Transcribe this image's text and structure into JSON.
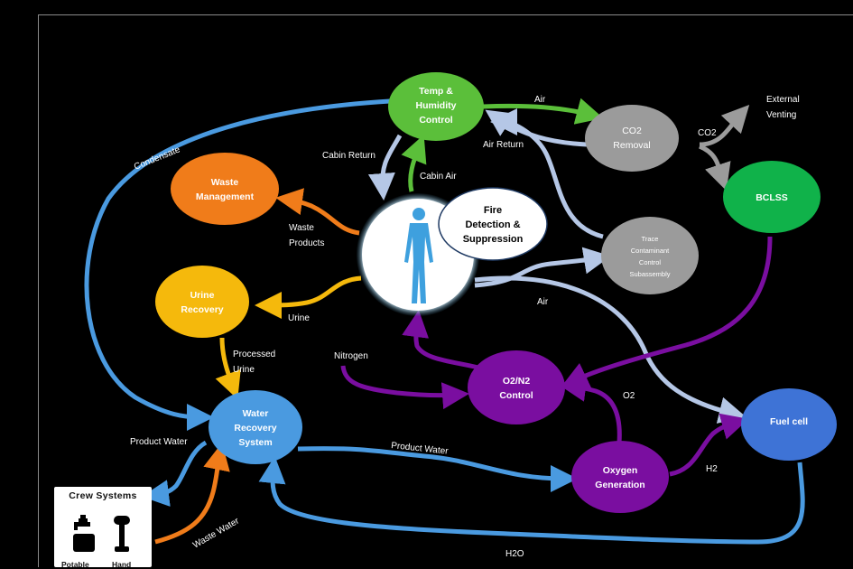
{
  "nodes": {
    "temp_humidity": [
      "Temp &",
      "Humidity",
      "Control"
    ],
    "co2_removal": [
      "CO2",
      "Removal"
    ],
    "bclss": [
      "BCLSS"
    ],
    "waste_management": [
      "Waste",
      "Management"
    ],
    "fire_detection": [
      "Fire",
      "Detection &",
      "Suppression"
    ],
    "trace_contaminant": [
      "Trace",
      "Contaminant",
      "Control",
      "Subassembly"
    ],
    "urine_recovery": [
      "Urine",
      "Recovery"
    ],
    "o2n2_control": [
      "O2/N2",
      "Control"
    ],
    "water_recovery": [
      "Water",
      "Recovery",
      "System"
    ],
    "fuel_cell": [
      "Fuel cell"
    ],
    "oxygen_generation": [
      "Oxygen",
      "Generation"
    ]
  },
  "labels": {
    "air_top": "Air",
    "external_venting": [
      "External",
      "Venting"
    ],
    "co2": "CO2",
    "air_return": "Air Return",
    "cabin_return": "Cabin Return",
    "cabin_air": "Cabin Air",
    "condensate": "Condensate",
    "waste_products": [
      "Waste",
      "Products"
    ],
    "urine": "Urine",
    "air_mid": "Air",
    "processed_urine": [
      "Processed",
      "Urine"
    ],
    "nitrogen": "Nitrogen",
    "o2": "O2",
    "product_water_left": "Product Water",
    "product_water_mid": "Product Water",
    "h2": "H2",
    "waste_water": "Waste Water",
    "h2o": "H2O"
  },
  "crew_systems": {
    "title": "Crew Systems",
    "items": [
      "Potable",
      "Hand"
    ]
  },
  "colors": {
    "blue": "#4a9ae0",
    "light_blue": "#b5c7e6",
    "green": "#5bbf3a",
    "orange": "#f07c1a",
    "yellow": "#f5b90c",
    "purple": "#7a0ea0",
    "gray": "#9b9b9b",
    "bclss_green": "#10b24a"
  }
}
